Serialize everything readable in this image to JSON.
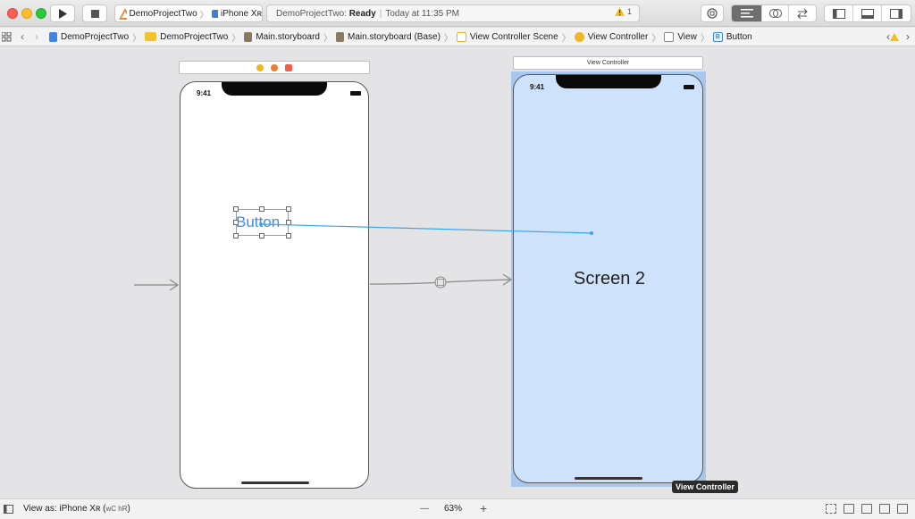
{
  "toolbar": {
    "scheme_project": "DemoProjectTwo",
    "scheme_device": "iPhone Xʀ",
    "activity_project": "DemoProjectTwo:",
    "activity_status": "Ready",
    "activity_time": "Today at 11:35 PM",
    "warning_count": "1"
  },
  "jumpbar": {
    "items": [
      "DemoProjectTwo",
      "DemoProjectTwo",
      "Main.storyboard",
      "Main.storyboard (Base)",
      "View Controller Scene",
      "View Controller",
      "View",
      "Button"
    ],
    "button_glyph": "B"
  },
  "canvas": {
    "scene1": {
      "time": "9:41",
      "button_label": "Button"
    },
    "scene2": {
      "title": "View Controller",
      "time": "9:41",
      "label": "Screen 2"
    },
    "tooltip": "View Controller",
    "colors": {
      "scene2_bg": "#cfe2fb",
      "accent": "#3a8ef5",
      "connection": "#3aa4f0"
    }
  },
  "bottombar": {
    "view_as": "View as: iPhone Xʀ (",
    "view_as_shortcut": "wC hR",
    "view_as_close": ")",
    "zoom": "63%",
    "zoom_out": "—",
    "zoom_in": "+"
  }
}
